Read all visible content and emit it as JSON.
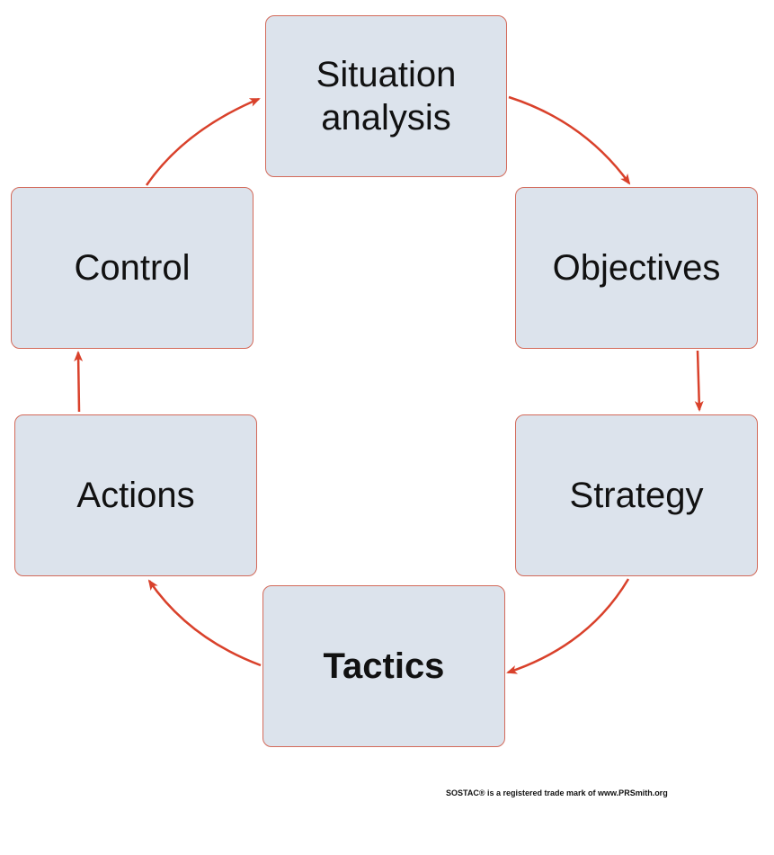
{
  "diagram": {
    "colors": {
      "box_fill": "#dce3ec",
      "box_border": "#d36a5a",
      "arrow": "#d9412b"
    },
    "steps": [
      {
        "label": "Situation\nanalysis",
        "bold": false
      },
      {
        "label": "Objectives",
        "bold": false
      },
      {
        "label": "Strategy",
        "bold": false
      },
      {
        "label": "Tactics",
        "bold": true
      },
      {
        "label": "Actions",
        "bold": false
      },
      {
        "label": "Control",
        "bold": false
      }
    ]
  },
  "footer": {
    "text": "SOSTAC® is a registered trade mark of  www.PRSmith.org"
  }
}
